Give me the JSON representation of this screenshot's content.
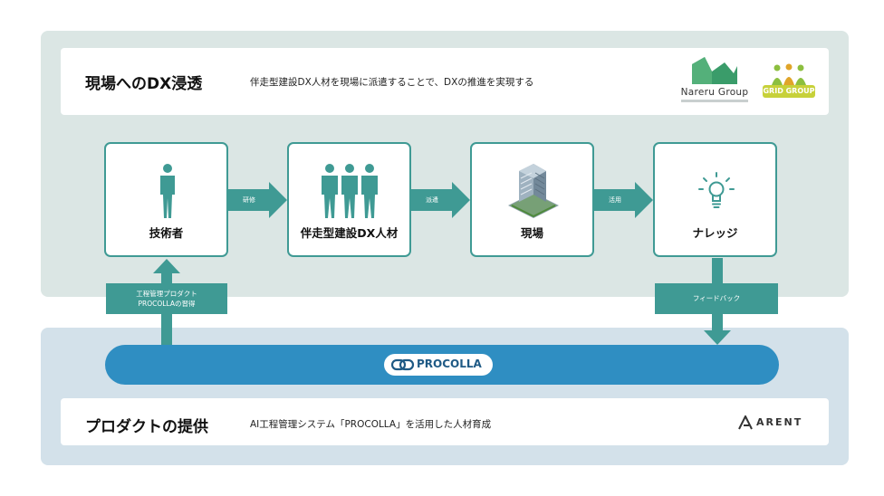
{
  "top_section": {
    "title": "現場へのDX浸透",
    "description": "伴走型建設DX人材を現場に派遣することで、DXの推進を実現する"
  },
  "logos": {
    "nareru_name": "Nareru Group",
    "grid_name": "GRID GROUP",
    "arent_name": "ARENT"
  },
  "flow": {
    "nodes": [
      {
        "label": "技術者",
        "icon": "person-icon"
      },
      {
        "label": "伴走型建設DX人材",
        "icon": "people-group-icon"
      },
      {
        "label": "現場",
        "icon": "building-icon"
      },
      {
        "label": "ナレッジ",
        "icon": "lightbulb-icon"
      }
    ],
    "arrows": [
      "研修",
      "派遣",
      "活用"
    ]
  },
  "callouts": {
    "left": [
      "工程管理プロダクト",
      "PROCOLLAの習得"
    ],
    "right": "フィードバック"
  },
  "platform": {
    "name": "PROCOLLA"
  },
  "bottom_section": {
    "title": "プロダクトの提供",
    "description": "AI工程管理システム「PROCOLLA」を活用した人材育成"
  },
  "colors": {
    "teal": "#3f9a94",
    "blue": "#2f8ec2",
    "top_panel": "#dbe6e4",
    "bottom_panel": "#d3e1ea",
    "accent_green": "#c7d13a"
  }
}
